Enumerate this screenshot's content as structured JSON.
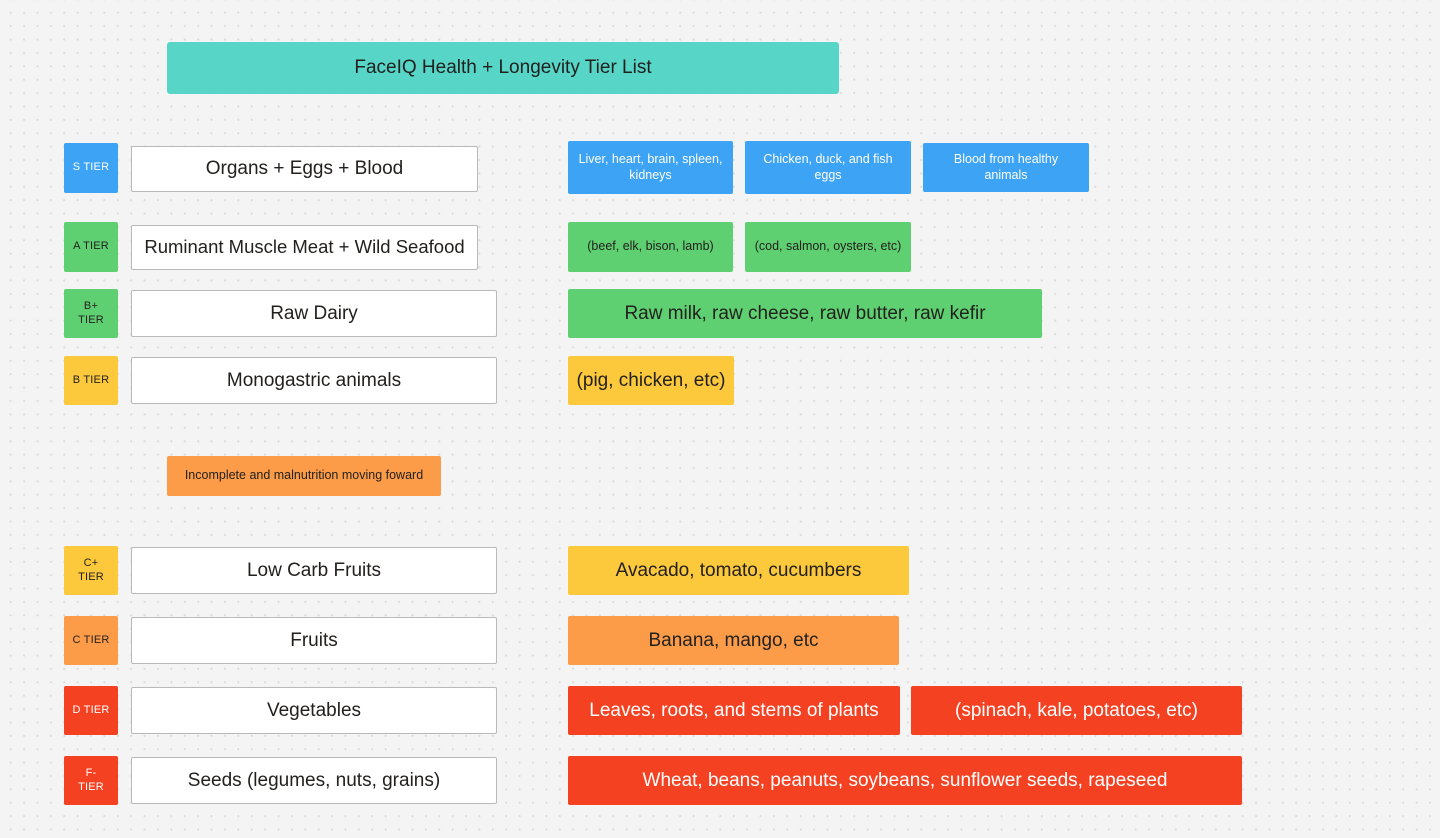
{
  "title": {
    "text": "FaceIQ Health + Longevity Tier List",
    "color": "#57d6c8"
  },
  "palette": {
    "blue": "#3da3f5",
    "green": "#5fd072",
    "yellow": "#fcc83c",
    "orange": "#fd9c48",
    "red": "#f44122",
    "teal": "#57d6c8",
    "white": "#ffffff",
    "background": "#f4f4f4"
  },
  "note": {
    "text": "Incomplete and malnutrition moving foward",
    "color": "#fd9c48"
  },
  "tiers": [
    {
      "badge": "S TIER",
      "badge_color": "#3da3f5",
      "badge_text_color": "#ffffff",
      "label": "Organs + Eggs + Blood",
      "items": [
        {
          "text": "Liver, heart, brain, spleen, kidneys",
          "color": "#3da3f5",
          "text_color": "#ffffff"
        },
        {
          "text": "Chicken, duck, and fish eggs",
          "color": "#3da3f5",
          "text_color": "#ffffff"
        },
        {
          "text": "Blood from healthy animals",
          "color": "#3da3f5",
          "text_color": "#ffffff"
        }
      ]
    },
    {
      "badge": "A TIER",
      "badge_color": "#5fd072",
      "badge_text_color": "#23211e",
      "label": "Ruminant Muscle Meat + Wild Seafood",
      "items": [
        {
          "text": "(beef, elk, bison, lamb)",
          "color": "#5fd072",
          "text_color": "#23211e"
        },
        {
          "text": "(cod, salmon, oysters, etc)",
          "color": "#5fd072",
          "text_color": "#23211e"
        }
      ]
    },
    {
      "badge": "B+ TIER",
      "badge_color": "#5fd072",
      "badge_text_color": "#23211e",
      "label": "Raw Dairy",
      "items": [
        {
          "text": "Raw milk, raw cheese, raw butter, raw kefir",
          "color": "#5fd072",
          "text_color": "#23211e"
        }
      ]
    },
    {
      "badge": "B TIER",
      "badge_color": "#fcc83c",
      "badge_text_color": "#23211e",
      "label": "Monogastric animals",
      "items": [
        {
          "text": "(pig, chicken, etc)",
          "color": "#fcc83c",
          "text_color": "#23211e"
        }
      ]
    },
    {
      "badge": "C+ TIER",
      "badge_color": "#fcc83c",
      "badge_text_color": "#23211e",
      "label": "Low Carb Fruits",
      "items": [
        {
          "text": "Avacado, tomato, cucumbers",
          "color": "#fcc83c",
          "text_color": "#23211e"
        }
      ]
    },
    {
      "badge": "C TIER",
      "badge_color": "#fd9c48",
      "badge_text_color": "#23211e",
      "label": "Fruits",
      "items": [
        {
          "text": "Banana, mango, etc",
          "color": "#fd9c48",
          "text_color": "#23211e"
        }
      ]
    },
    {
      "badge": "D TIER",
      "badge_color": "#f44122",
      "badge_text_color": "#ffffff",
      "label": "Vegetables",
      "items": [
        {
          "text": "Leaves, roots, and stems of plants",
          "color": "#f44122",
          "text_color": "#ffffff"
        },
        {
          "text": "(spinach, kale, potatoes, etc)",
          "color": "#f44122",
          "text_color": "#ffffff"
        }
      ]
    },
    {
      "badge": "F- TIER",
      "badge_color": "#f44122",
      "badge_text_color": "#ffffff",
      "label": "Seeds (legumes, nuts, grains)",
      "items": [
        {
          "text": "Wheat, beans, peanuts, soybeans, sunflower seeds, rapeseed",
          "color": "#f44122",
          "text_color": "#ffffff"
        }
      ]
    }
  ]
}
